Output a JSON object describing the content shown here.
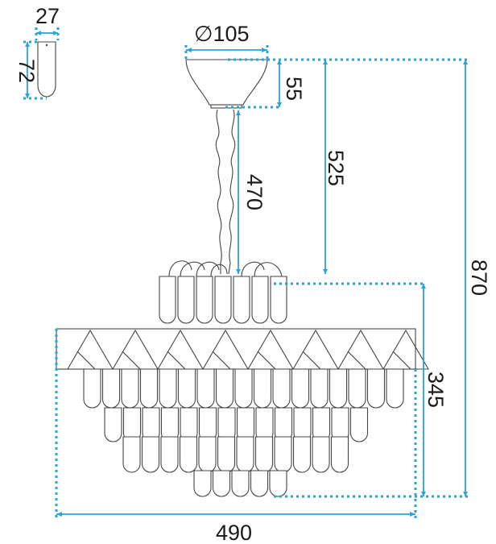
{
  "labels": {
    "crystal_width": "27",
    "crystal_height": "72",
    "canopy_diameter": "∅105",
    "canopy_height": "55",
    "chain_length": "470",
    "top_to_upper_ring": "525",
    "total_height": "870",
    "body_height": "345",
    "body_width": "490"
  },
  "colors": {
    "dimension": "#2aa3d6",
    "drawing": "#444444"
  }
}
